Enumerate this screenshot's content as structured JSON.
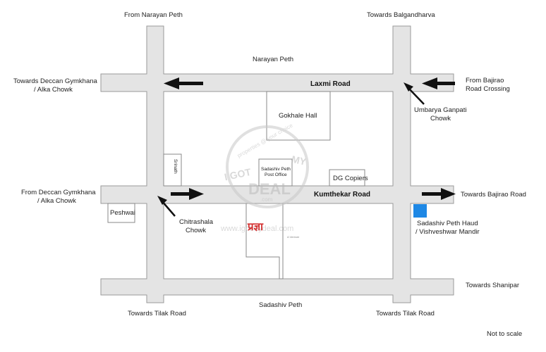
{
  "labels": {
    "from_narayan_peth": "From Narayan Peth",
    "towards_balgandharva": "Towards Balgandharva",
    "narayan_peth": "Narayan Peth",
    "deccan_laxmi_1": "Towards Deccan Gymkhana",
    "deccan_laxmi_2": "/ Alka Chowk",
    "bajirao_crossing_1": "From Bajirao",
    "bajirao_crossing_2": "Road Crossing",
    "umbarya_1": "Umbarya Ganpati",
    "umbarya_2": "Chowk",
    "from_deccan_1": "From Deccan Gymkhana",
    "from_deccan_2": "/ Alka Chowk",
    "towards_bajirao": "Towards Bajirao Road",
    "chitrashala_1": "Chitrashala",
    "chitrashala_2": "Chowk",
    "haud_1": "Sadashiv Peth Haud",
    "haud_2": "/ Vishveshwar Mandir",
    "towards_shanipar": "Towards Shanipar",
    "towards_tilak_left": "Towards Tilak Road",
    "towards_tilak_right": "Towards Tilak Road",
    "sadashiv_peth": "Sadashiv Peth",
    "not_to_scale": "Not to scale"
  },
  "roads": {
    "laxmi": "Laxmi Road",
    "kumthekar": "Kumthekar Road"
  },
  "buildings": {
    "gokhale_hall": "Gokhale Hall",
    "post_office_1": "Sadashiv Peth",
    "post_office_2": "Post Office",
    "dg_copiers": "DG Copiers",
    "peshwai": "Peshwai",
    "srinath": "Srinath",
    "project_logo": "प्रज्ञा",
    "project_sub": "A Venture"
  },
  "watermark": {
    "line1": "properties @ your choice",
    "i_got": "I GOT",
    "my": "MY",
    "deal": "DEAL",
    "com": ".com",
    "url": "www.igotmydeal.com"
  },
  "colors": {
    "road_fill": "#e4e4e4",
    "road_stroke": "#9a9a9a",
    "arrow": "#111111",
    "landmark_blue": "#1e88e5",
    "logo_red": "#d32f2f"
  }
}
